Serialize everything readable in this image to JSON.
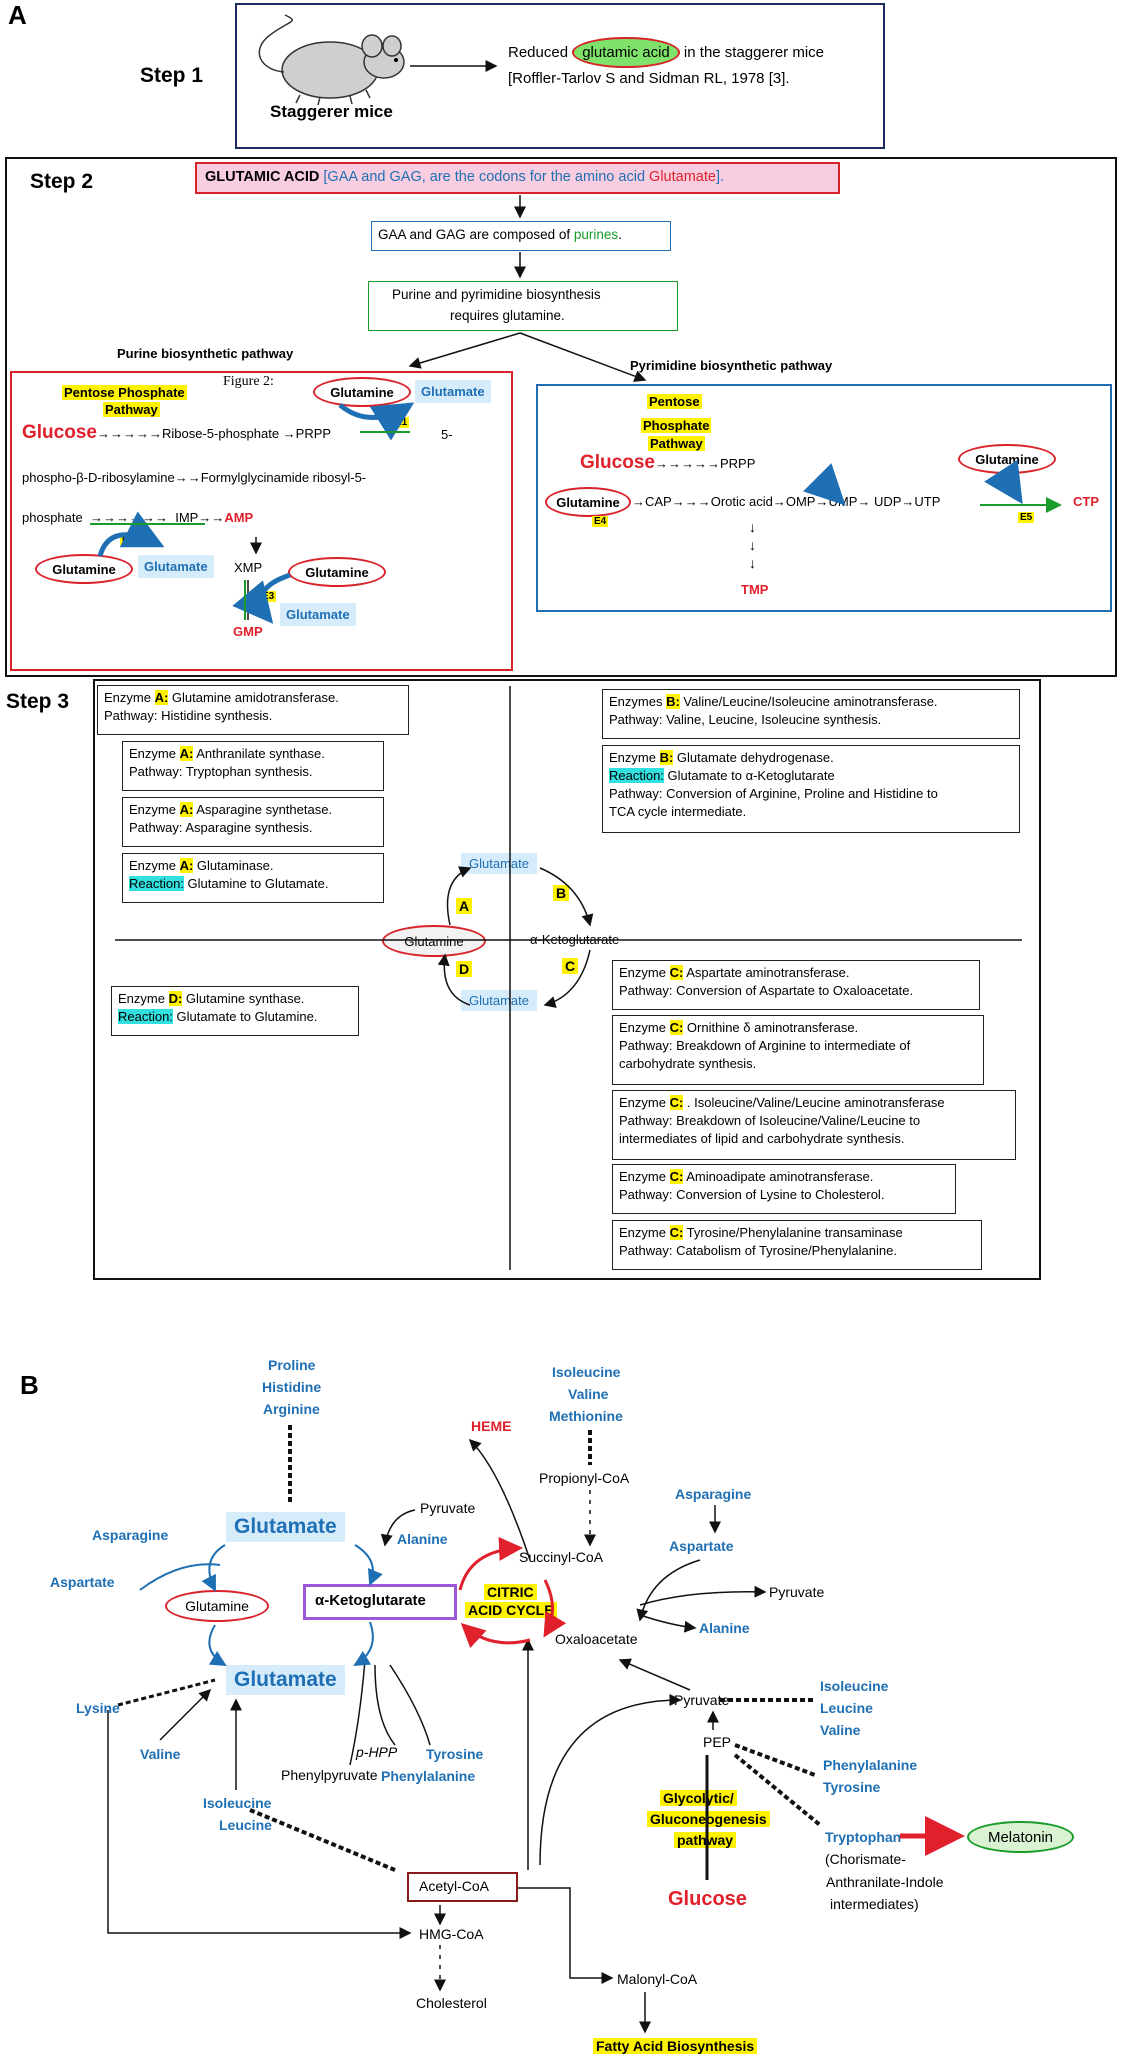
{
  "panel_a": {
    "label": "A",
    "step1": {
      "label": "Step 1",
      "mouse_caption": "Staggerer mice",
      "text_prefix": "Reduced ",
      "text_highlight": "glutamic acid",
      "text_suffix": " in the staggerer mice",
      "citation": "[Roffler-Tarlov S and Sidman RL, 1978 [3]."
    },
    "step2": {
      "label": "Step 2",
      "header_black": "GLUTAMIC ACID ",
      "header_blue": "[GAA and GAG, are the codons for the amino acid ",
      "header_red": "Glutamate",
      "header_end": "].",
      "box2_prefix": "GAA and GAG are composed of ",
      "box2_green": "purines",
      "box2_end": ".",
      "box3_line1": "Purine and pyrimidine biosynthesis",
      "box3_line2": "requires glutamine.",
      "purine_title": "Purine biosynthetic pathway",
      "pyrimidine_title": "Pyrimidine biosynthetic pathway",
      "purine": {
        "figure_label": "Figure 2:",
        "ppp_line1": "Pentose Phosphate",
        "ppp_line2": "Pathway",
        "glucose": "Glucose",
        "line1": "→→→→→Ribose-5-phosphate →PRPP",
        "line1_end": "5-",
        "line2": "phospho-β-D-ribosylamine→→Formylglycinamide ribosyl-5-",
        "line3_prefix": "phosphate",
        "line3_arrows": "→→→→→→",
        "imp": "IMP→→",
        "amp": "AMP",
        "xmp": "XMP",
        "gmp": "GMP",
        "glutamine": "Glutamine",
        "glutamate": "Glutamate",
        "e1": "E1",
        "e2": "E2",
        "e3": "E3"
      },
      "pyrimidine": {
        "ppp_line1": "Pentose",
        "ppp_line2": "Phosphate",
        "ppp_line3": "Pathway",
        "glucose": "Glucose",
        "glucose_arrows": "→→→→→PRPP",
        "glutamine": "Glutamine",
        "chain": "→CAP→→→Orotic  acid→OMP→UMP→  UDP→UTP",
        "ctp": "CTP",
        "tmp": "TMP",
        "e4": "E4",
        "e5": "E5"
      }
    },
    "step3": {
      "label": "Step 3",
      "cycle": {
        "glutamate_top": "Glutamate",
        "glutamate_bottom": "Glutamate",
        "glutamine": "Glutamine",
        "akg": "α-Ketoglutarate",
        "a": "A",
        "b": "B",
        "c": "C",
        "d": "D"
      },
      "left_boxes": [
        {
          "p1": "Enzyme ",
          "y": "A:",
          "p2": " Glutamine amidotransferase.",
          "line2": "Pathway: Histidine synthesis."
        },
        {
          "p1": "Enzyme ",
          "y": "A:",
          "p2": " Anthranilate synthase.",
          "line2": "Pathway: Tryptophan synthesis."
        },
        {
          "p1": "Enzyme ",
          "y": "A:",
          "p2": " Asparagine synthetase.",
          "line2": "Pathway: Asparagine synthesis."
        },
        {
          "p1": "Enzyme ",
          "y": "A:",
          "p2": " Glutaminase.",
          "c": "Reaction:",
          "line2": " Glutamine to Glutamate."
        },
        {
          "p1": "Enzyme ",
          "y": "D:",
          "p2": " Glutamine synthase.",
          "c": "Reaction:",
          "line2": " Glutamate to Glutamine."
        }
      ],
      "right_boxes": [
        {
          "p1": "Enzymes ",
          "y": "B:",
          "p2": " Valine/Leucine/Isoleucine aminotransferase.",
          "line2": "Pathway: Valine, Leucine, Isoleucine synthesis."
        },
        {
          "p1": "Enzyme ",
          "y": "B:",
          "p2": " Glutamate dehydrogenase.",
          "c": "Reaction:",
          "line2": " Glutamate to α-Ketoglutarate",
          "line3": "Pathway: Conversion of Arginine, Proline and Histidine to",
          "line4": "TCA cycle intermediate."
        },
        {
          "p1": "Enzyme ",
          "y": "C:",
          "p2": " Aspartate aminotransferase.",
          "line2": "Pathway: Conversion of Aspartate to Oxaloacetate."
        },
        {
          "p1": "Enzyme ",
          "y": "C:",
          "p2": " Ornithine δ aminotransferase.",
          "line2": "Pathway: Breakdown of Arginine to intermediate of",
          "line3": "carbohydrate synthesis."
        },
        {
          "p1": "Enzyme ",
          "y": "C:",
          "p2": " . Isoleucine/Valine/Leucine aminotransferase",
          "line2": "Pathway: Breakdown of Isoleucine/Valine/Leucine to",
          "line3": "intermediates of lipid and carbohydrate synthesis."
        },
        {
          "p1": "Enzyme ",
          "y": "C:",
          "p2": " Aminoadipate aminotransferase.",
          "line2": "Pathway: Conversion of Lysine to Cholesterol."
        },
        {
          "p1": "Enzyme ",
          "y": "C:",
          "p2": " Tyrosine/Phenylalanine transaminase",
          "line2": "Pathway: Catabolism of Tyrosine/Phenylalanine."
        }
      ]
    }
  },
  "panel_b": {
    "label": "B",
    "proline": "Proline",
    "histidine": "Histidine",
    "arginine": "Arginine",
    "heme": "HEME",
    "isoleucine_top": "Isoleucine",
    "valine_top": "Valine",
    "methionine": "Methionine",
    "propionyl": "Propionyl-CoA",
    "succinyl": "Succinyl-CoA",
    "asparagine_left": "Asparagine",
    "aspartate_left": "Aspartate",
    "glutamate_top": "Glutamate",
    "glutamate_bottom": "Glutamate",
    "glutamine": "Glutamine",
    "akg": "α-Ketoglutarate",
    "pyruvate_top": "Pyruvate",
    "alanine_top": "Alanine",
    "citric_line1": "CITRIC",
    "citric_line2": "ACID CYCLE",
    "asparagine_right": "Asparagine",
    "aspartate_right": "Aspartate",
    "pyruvate_right": "Pyruvate",
    "alanine_right": "Alanine",
    "oxaloacetate": "Oxaloacetate",
    "lysine": "Lysine",
    "valine_left": "Valine",
    "php": "p-HPP",
    "phenylpyruvate": "Phenylpyruvate",
    "tyrosine": "Tyrosine",
    "phenylalanine": "Phenylalanine",
    "isoleucine_left": "Isoleucine",
    "leucine_left": "Leucine",
    "pyruvate_center": "Pyruvate",
    "pep": "PEP",
    "ilv_1": "Isoleucine",
    "ilv_2": "Leucine",
    "ilv_3": "Valine",
    "phe": "Phenylalanine",
    "tyr": "Tyrosine",
    "tryptophan": "Tryptophan",
    "melatonin": "Melatonin",
    "chorismate_1": "(Chorismate-",
    "chorismate_2": "Anthranilate-Indole",
    "chorismate_3": "intermediates)",
    "glyco_1": "Glycolytic/",
    "glyco_2": "Gluconeogenesis",
    "glyco_3": "pathway",
    "glucose": "Glucose",
    "acetyl": "Acetyl-CoA",
    "hmg": "HMG-CoA",
    "cholesterol": "Cholesterol",
    "malonyl": "Malonyl-CoA",
    "fatty": "Fatty Acid Biosynthesis"
  }
}
